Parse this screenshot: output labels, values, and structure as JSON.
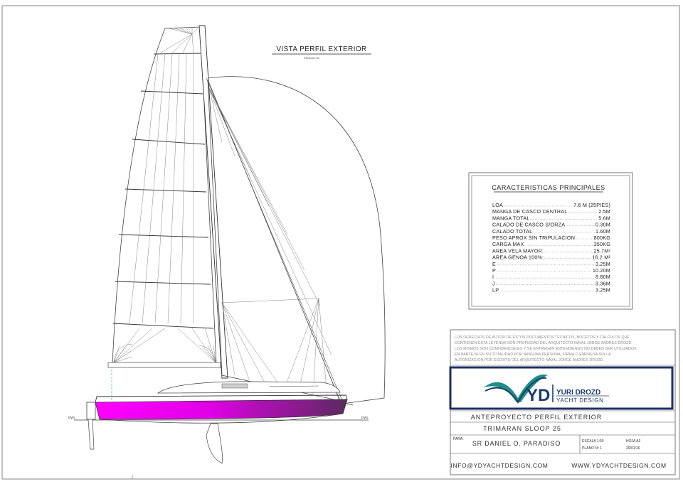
{
  "drawing": {
    "title": "VISTA PERFIL EXTERIOR",
    "scale_note": "ESCALA 1:50",
    "waterline_left": "DWL",
    "waterline_right": "DWL"
  },
  "specs": {
    "title": "CARACTERISTICAS PRINCIPALES",
    "rows": [
      {
        "label": "LOA",
        "value": "7.6 M (25PIES)"
      },
      {
        "label": "MANGA DE CASCO CENTRAL",
        "value": "2.5M"
      },
      {
        "label": "MANGA TOTAL",
        "value": "5.6M"
      },
      {
        "label": "CALADO DE CASCO S/ORZA",
        "value": "0.30M"
      },
      {
        "label": "CALADO TOTAL",
        "value": "1.60M"
      },
      {
        "label": "PESO APROX SIN TRIPULACION",
        "value": "800KG"
      },
      {
        "label": "CARGA MAX",
        "value": "350KG"
      },
      {
        "label": "AREA VELA MAYOR:",
        "value": "25.7M²"
      },
      {
        "label": "AREA GENOA 100%:",
        "value": "16.2 M²"
      },
      {
        "label": "E",
        "value": "3.25M"
      },
      {
        "label": "P",
        "value": "10.20M"
      },
      {
        "label": "I",
        "value": "8.80M"
      },
      {
        "label": "J",
        "value": "3.36M"
      },
      {
        "label": "LP",
        "value": "3.25M"
      }
    ]
  },
  "title_block": {
    "copyright_lines": [
      "LOS DERECHOS DE AUTOR DE ESTOS DOCUMENTOS TECNICOS, BOCETOS Y CALCULOS QUE",
      "CONTIENEN ESTA LEYENDA SON PROPIEDAD DEL ARQUITECTO NAVAL JORGE ANDRES DROZD.",
      "LOS MISMOS SON CONFIDENCIALES Y SE ENTREGAN ENTENDIENDO NO DEBEN SER UTILIZADOS",
      "EN PARTE NI EN SU TOTALIDAD POR NINGUNA PERSONA, FIRMA O EMPRESA SIN LA",
      "AUTORIZACION POR ESCRITO DEL ARQUITECTO NAVAL JORGE ANDRES DROZD."
    ],
    "logo_letters": "YD",
    "brand_name": "YURI DROZD",
    "brand_sub": "YACHT DESIGN",
    "project_title": "ANTEPROYECTO PERFIL EXTERIOR",
    "boat_name": "TRIMARAN SLOOP 25",
    "para_label": "PARA:",
    "client": "SR DANIEL O. PARADISO",
    "escala": "ESCALA 1:50",
    "hoja": "HOJA A3",
    "plano": "PLANO Nº 1",
    "date": "26/01/16",
    "email": "INFO@YDYACHTDESIGN.COM",
    "website": "WWW.YDYACHTDESIGN.COM"
  },
  "colors": {
    "hull_magenta": "#ff00ff",
    "logo_navy": "#1b3a6b",
    "logo_teal": "#1e8f86",
    "border_navy": "#1d2f63"
  }
}
